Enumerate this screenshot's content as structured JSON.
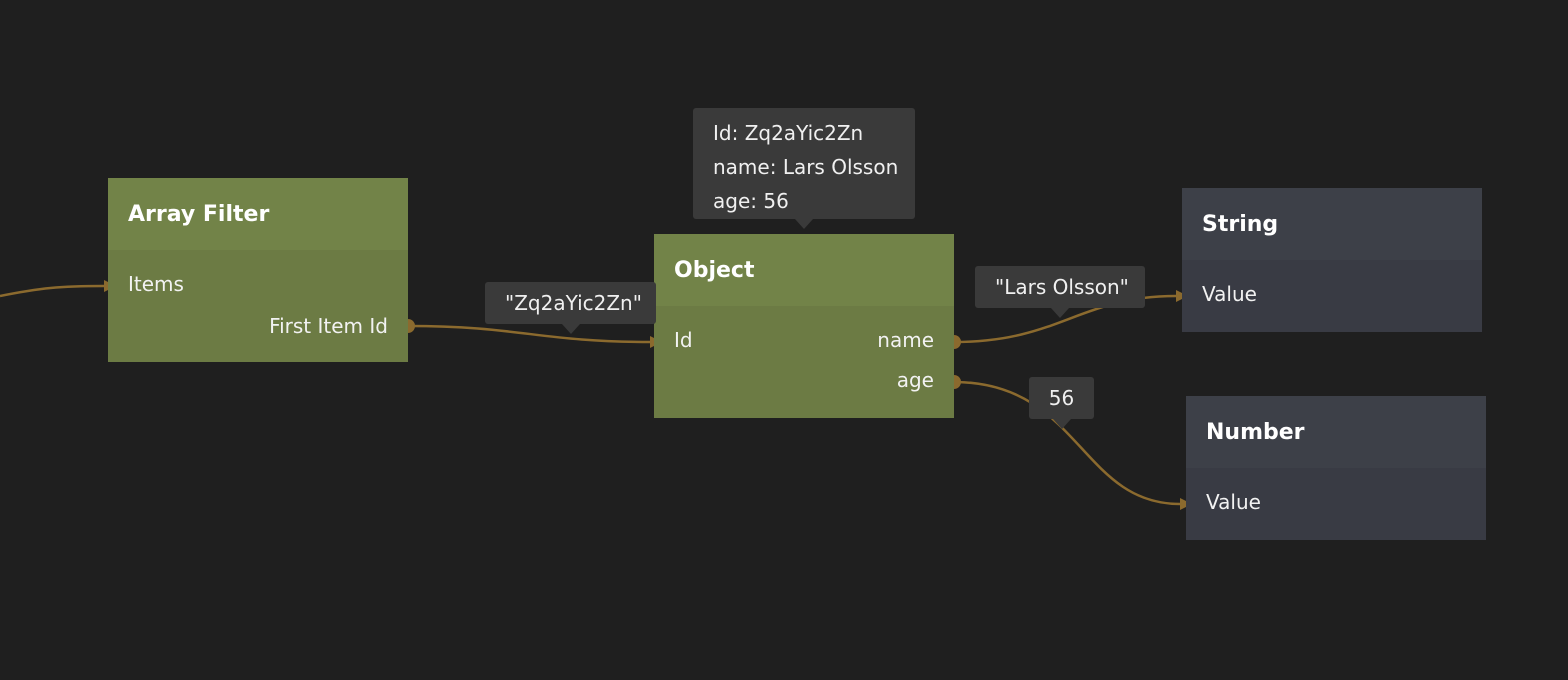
{
  "colors": {
    "canvas_bg": "#1f1f1f",
    "data_node_header": "#728348",
    "data_node_body": "#6c7b44",
    "value_node_header": "#3d4048",
    "value_node_body": "#393b44",
    "wire": "#8b6a2e",
    "tooltip_bg": "#3a3a3a"
  },
  "nodes": {
    "array_filter": {
      "title": "Array Filter",
      "inputs": [
        "Items"
      ],
      "outputs": [
        "First Item Id"
      ]
    },
    "object": {
      "title": "Object",
      "inputs": [
        "Id"
      ],
      "outputs": [
        "name",
        "age"
      ]
    },
    "string": {
      "title": "String",
      "inputs": [
        "Value"
      ]
    },
    "number": {
      "title": "Number",
      "inputs": [
        "Value"
      ]
    }
  },
  "tooltips": {
    "object_inspect": {
      "lines": [
        "Id: Zq2aYic2Zn",
        "name: Lars Olsson",
        "age: 56"
      ]
    },
    "first_item_id_value": "\"Zq2aYic2Zn\"",
    "name_value": "\"Lars Olsson\"",
    "age_value": "56"
  }
}
